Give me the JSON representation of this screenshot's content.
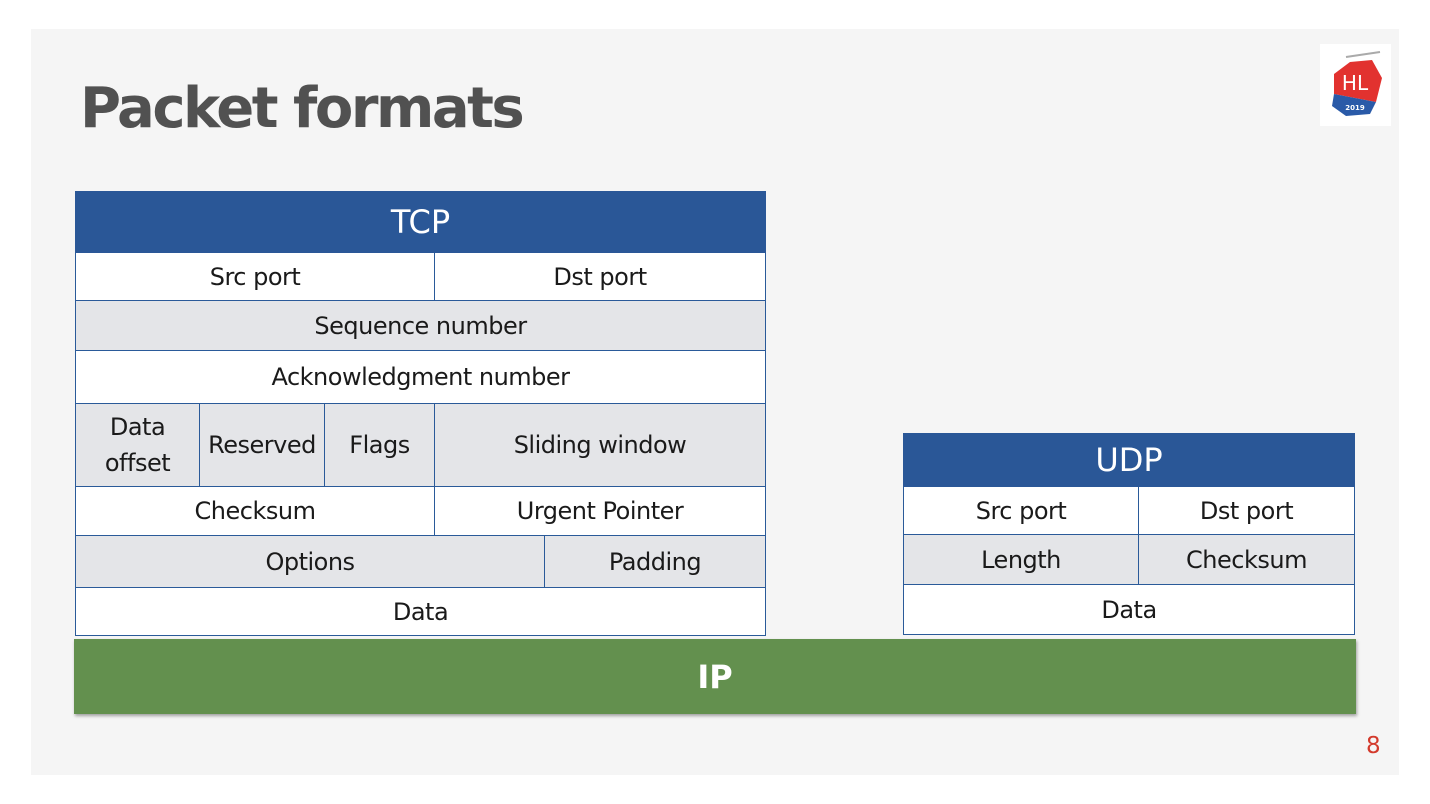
{
  "slide": {
    "title": "Packet formats",
    "page_number": "8",
    "logo": {
      "icon": "hl-conference-logo-icon",
      "text": "HL",
      "year": "2019"
    }
  },
  "colors": {
    "header_blue": "#2a5797",
    "ip_green": "#63904e",
    "row_gray": "#e4e5e8",
    "page_number_red": "#d33a2c",
    "title_gray": "#515151"
  },
  "tcp": {
    "title": "TCP",
    "rows": [
      {
        "style": "white",
        "cells": [
          "Src port",
          "Dst port"
        ]
      },
      {
        "style": "gray",
        "cells": [
          "Sequence number"
        ]
      },
      {
        "style": "white",
        "cells": [
          "Acknowledgment number"
        ]
      },
      {
        "style": "gray",
        "cells": [
          "Data offset",
          "Reserved",
          "Flags",
          "Sliding window"
        ]
      },
      {
        "style": "white",
        "cells": [
          "Checksum",
          "Urgent Pointer"
        ]
      },
      {
        "style": "gray",
        "cells": [
          "Options",
          "Padding"
        ]
      },
      {
        "style": "white",
        "cells": [
          "Data"
        ]
      }
    ]
  },
  "udp": {
    "title": "UDP",
    "rows": [
      {
        "style": "white",
        "cells": [
          "Src port",
          "Dst port"
        ]
      },
      {
        "style": "gray",
        "cells": [
          "Length",
          "Checksum"
        ]
      },
      {
        "style": "white",
        "cells": [
          "Data"
        ]
      }
    ]
  },
  "ip": {
    "label": "IP"
  }
}
